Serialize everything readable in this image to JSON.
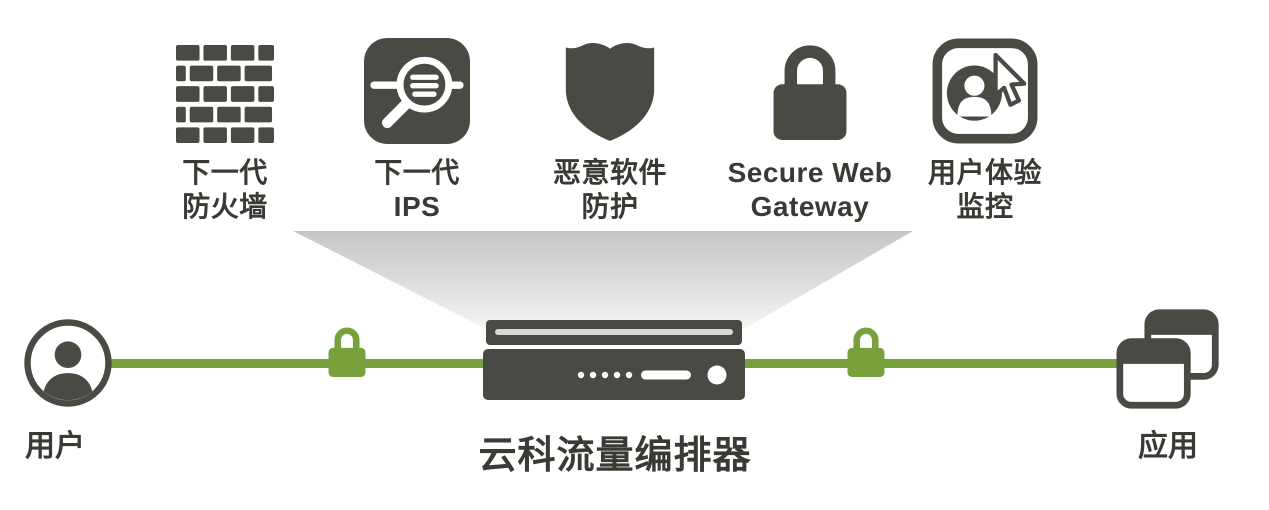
{
  "colors": {
    "icon_dark": "#4a4a45",
    "green": "#78a13c",
    "text": "#3a3a35",
    "funnel_top": "#c6c6c4",
    "funnel_bottom": "#f5f5f4",
    "background": "#ffffff"
  },
  "services": [
    {
      "icon": "firewall-bricks-icon",
      "label": "下一代\n防火墙"
    },
    {
      "icon": "ips-magnifier-icon",
      "label": "下一代\nIPS"
    },
    {
      "icon": "malware-shield-icon",
      "label": "恶意软件\n防护"
    },
    {
      "icon": "secure-web-gateway-lock-icon",
      "label": "Secure Web\nGateway"
    },
    {
      "icon": "user-experience-monitor-icon",
      "label": "用户体验\n监控"
    }
  ],
  "flow": {
    "user_label": "用户",
    "device_label": "云科流量编排器",
    "app_label": "应用"
  }
}
